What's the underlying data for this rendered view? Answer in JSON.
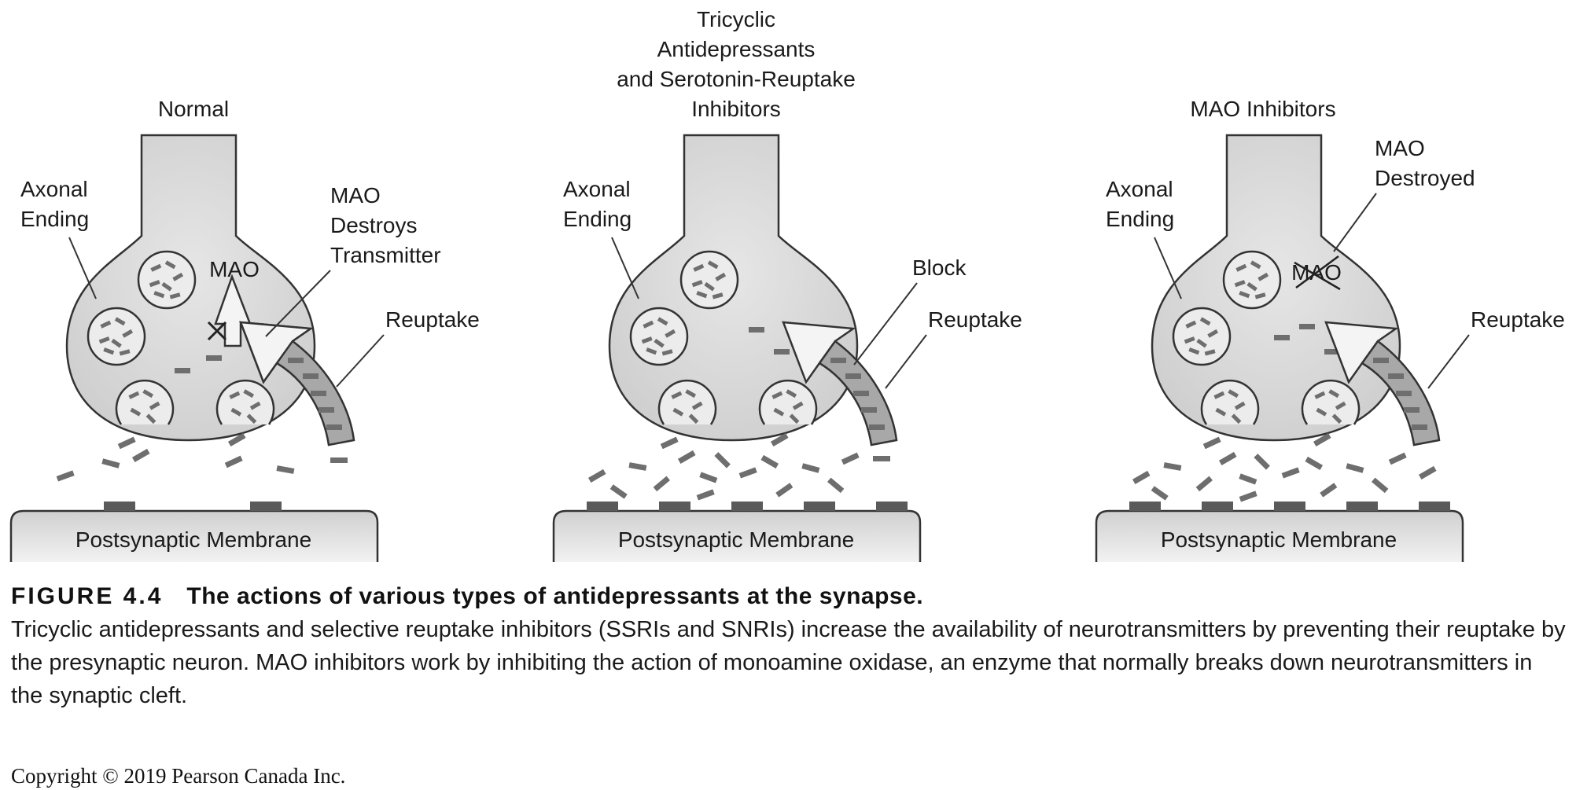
{
  "panels": [
    {
      "title_lines": [
        "Normal"
      ],
      "labels": {
        "axonal": [
          "Axonal",
          "Ending"
        ],
        "mao": "MAO",
        "mao_note": [
          "MAO",
          "Destroys",
          "Transmitter"
        ],
        "reuptake": "Reuptake",
        "membrane": "Postsynaptic Membrane"
      }
    },
    {
      "title_lines": [
        "Tricyclic",
        "Antidepressants",
        "and Serotonin-Reuptake",
        "Inhibitors"
      ],
      "labels": {
        "axonal": [
          "Axonal",
          "Ending"
        ],
        "block": "Block",
        "reuptake": "Reuptake",
        "membrane": "Postsynaptic Membrane"
      }
    },
    {
      "title_lines": [
        "MAO Inhibitors"
      ],
      "labels": {
        "axonal": [
          "Axonal",
          "Ending"
        ],
        "mao": "MAO",
        "mao_note": [
          "MAO",
          "Destroyed"
        ],
        "reuptake": "Reuptake",
        "membrane": "Postsynaptic Membrane"
      }
    }
  ],
  "caption": {
    "figure_number": "FIGURE 4.4",
    "figure_title": "The actions of various types of antidepressants at the synapse.",
    "body": "Tricyclic antidepressants and selective reuptake inhibitors (SSRIs and SNRIs) increase the availability of neurotransmitters by preventing their reuptake by the presynaptic neuron. MAO inhibitors work by inhibiting the action of monoamine oxidase, an enzyme that normally breaks down neurotransmitters in the synaptic cleft."
  },
  "copyright": "Copyright © 2019 Pearson Canada Inc.",
  "colors": {
    "terminal_fill": "#dcdcdc",
    "outline": "#333333",
    "transmitter": "#6e6e6e",
    "reuptake_fill": "#a8a8a8",
    "receptor": "#5a5a5a"
  }
}
